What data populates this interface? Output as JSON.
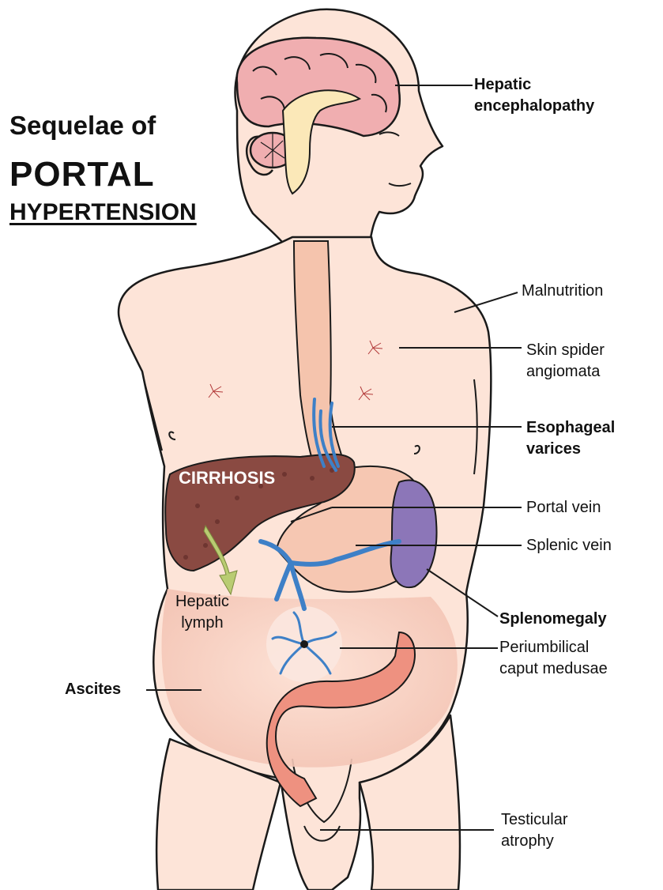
{
  "title": {
    "line1": "Sequelae of",
    "line2": "PORTAL",
    "line3": "HYPERTENSION"
  },
  "labels": {
    "hepatic_encephalopathy": [
      "Hepatic",
      "encephalopathy"
    ],
    "malnutrition": "Malnutrition",
    "skin_spider_angiomata": [
      "Skin spider",
      "angiomata"
    ],
    "esophageal_varices": [
      "Esophageal",
      "varices"
    ],
    "portal_vein": "Portal vein",
    "splenic_vein": "Splenic vein",
    "splenomegaly": "Splenomegaly",
    "periumbilical_caput_medusae": [
      "Periumbilical",
      "caput medusae"
    ],
    "ascites": "Ascites",
    "hepatic_lymph": [
      "Hepatic",
      "lymph"
    ],
    "testicular_atrophy": [
      "Testicular",
      "atrophy"
    ],
    "cirrhosis": "CIRRHOSIS"
  },
  "colors": {
    "skin": "#fde4d8",
    "outline": "#1a1a1a",
    "brain": "#f0aeb0",
    "liver": "#8a4a42",
    "veins": "#3e80c7",
    "spleen": "#8c76b8",
    "colon": "#ee9180",
    "lymph_arrow": "#b9cc72"
  }
}
